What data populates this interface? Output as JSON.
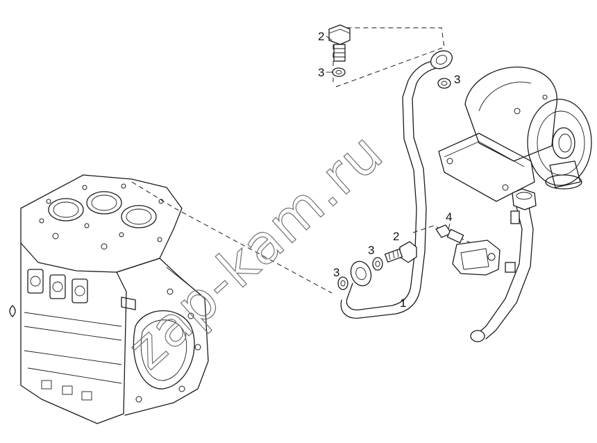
{
  "callouts": {
    "pipe": "1",
    "bolt_top": "2",
    "bolt_lower": "2",
    "washer_top_left": "3",
    "washer_top_right": "3",
    "washer_lower_a": "3",
    "washer_lower_b": "3",
    "clamp": "4"
  },
  "watermark": "zap-kam.ru",
  "icons": {
    "engine_block": "engine-block-icon",
    "turbocharger": "turbocharger-icon",
    "oil_pipe": "oil-pipe-icon",
    "banjo_bolt": "banjo-bolt-icon",
    "sealing_washer": "washer-icon",
    "pipe_clamp": "clamp-icon",
    "return_pipe": "return-pipe-icon"
  },
  "colors": {
    "line": "#1a1a1a",
    "background": "#ffffff",
    "watermark": "#6f6f6f"
  }
}
